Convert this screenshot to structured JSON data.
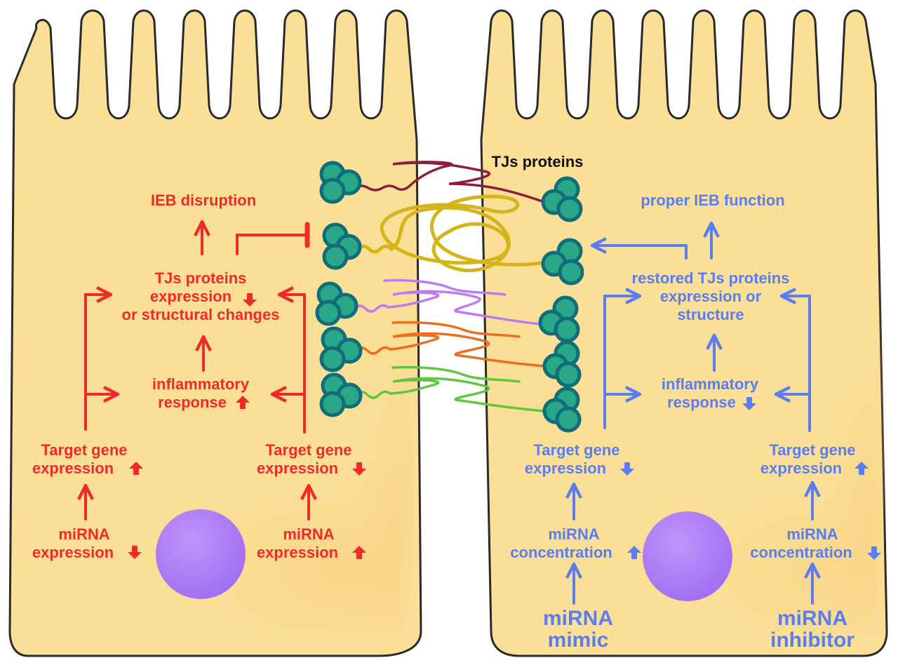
{
  "colors": {
    "cell_fill": "#fbdf97",
    "cell_stroke": "#2a2a2a",
    "red": "#ef2a2a",
    "blue": "#5a7df0",
    "nucleus": "#b07ef7",
    "tj_dots": "#2aa789",
    "tj_outline": "#0f6e7a",
    "strand_maroon": "#8e1c3c",
    "strand_yellow": "#d4b41a",
    "strand_violet": "#c07af0",
    "strand_orange": "#e87020",
    "strand_green": "#5fc840"
  },
  "header": {
    "tj_label": "TJs proteins"
  },
  "left": {
    "ieb_disruption": "IEB disruption",
    "tj_changes": [
      "TJs proteins",
      "expression",
      "or structural changes"
    ],
    "inflammatory": [
      "inflammatory",
      "response"
    ],
    "target_gene_up": [
      "Target gene",
      "expression"
    ],
    "target_gene_down": [
      "Target gene",
      "expression"
    ],
    "mirna_down": [
      "miRNA",
      "expression"
    ],
    "mirna_up": [
      "miRNA",
      "expression"
    ]
  },
  "right": {
    "proper_ieb": "proper IEB function",
    "restored_tj": [
      "restored TJs proteins",
      "expression or",
      "structure"
    ],
    "inflammatory": [
      "inflammatory",
      "response"
    ],
    "target_gene_down": [
      "Target gene",
      "expression"
    ],
    "target_gene_up": [
      "Target gene",
      "expression"
    ],
    "conc_up": [
      "miRNA",
      "concentration"
    ],
    "conc_down": [
      "miRNA",
      "concentration"
    ],
    "mimic": [
      "miRNA",
      "mimic"
    ],
    "inhibitor": [
      "miRNA",
      "inhibitor"
    ]
  }
}
